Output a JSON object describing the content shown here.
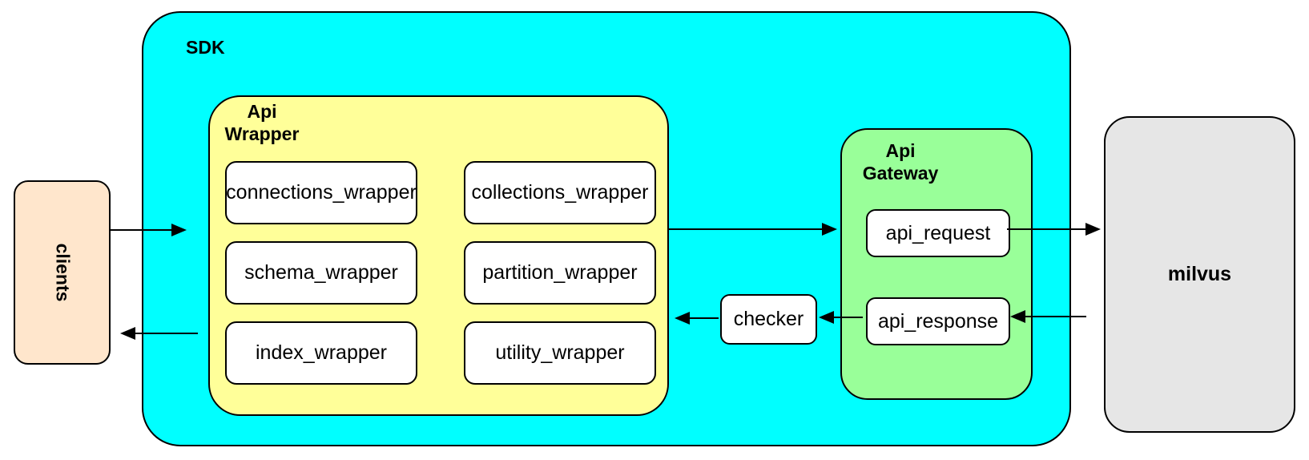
{
  "diagram": {
    "clients": {
      "label": "clients"
    },
    "sdk": {
      "label": "SDK"
    },
    "api_wrapper": {
      "label": [
        "Api",
        "Wrapper"
      ],
      "modules": [
        "connections_wrapper",
        "collections_wrapper",
        "schema_wrapper",
        "partition_wrapper",
        "index_wrapper",
        "utility_wrapper"
      ]
    },
    "checker": {
      "label": "checker"
    },
    "api_gateway": {
      "label": [
        "Api",
        "Gateway"
      ],
      "request_label": "api_request",
      "response_label": "api_response"
    },
    "milvus": {
      "label": "milvus"
    },
    "colors": {
      "clients-node": "#FFE6CC",
      "sdk-container": "#00FFFF",
      "api-wrapper-container": "#FFFF99",
      "api-gateway-container": "#99FF99",
      "module-node": "#FFFFFF",
      "checker-node": "#FFFFFF",
      "gateway-box-node": "#FFFFFF",
      "milvus-node": "#E6E6E6"
    }
  }
}
